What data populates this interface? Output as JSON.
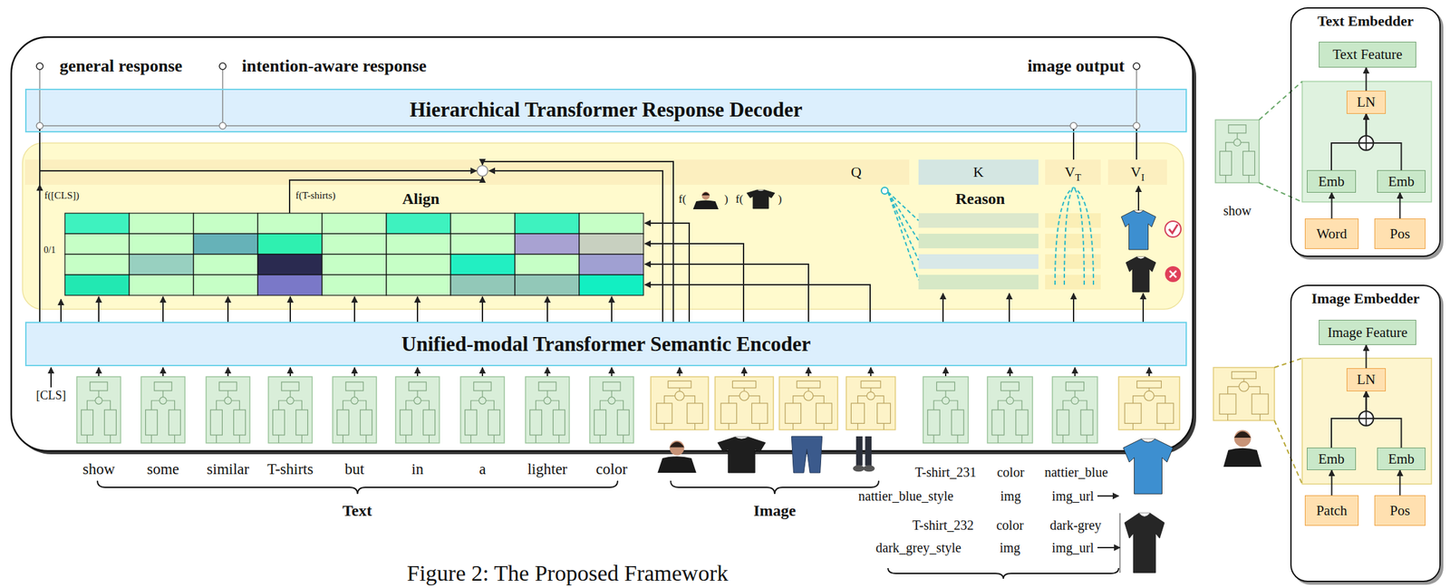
{
  "diagram": {
    "caption": "Figure 2: The Proposed Framework",
    "nodes": [
      {
        "text": [
          "Hierarchical Transformer Response Decoder"
        ]
      },
      {
        "text": [
          "Q"
        ]
      },
      {
        "text": [
          "K"
        ]
      },
      {
        "text": [
          "V",
          "T"
        ]
      },
      {
        "text": [
          "V",
          "I"
        ]
      },
      {
        "text": [
          "Unified-modal Transformer Semantic Encoder"
        ]
      },
      {
        "text": [
          "Text Embedder"
        ]
      },
      {
        "text": [
          "Text Feature"
        ],
        "in": 6
      },
      {
        "text": [
          "LN"
        ],
        "in": 6
      },
      {
        "text": [
          "Emb"
        ],
        "in": 6
      },
      {
        "text": [
          "Emb"
        ],
        "in": 6
      },
      {
        "text": [
          "Word"
        ],
        "in": 6
      },
      {
        "text": [
          "Pos"
        ],
        "in": 6
      },
      {
        "text": [
          "Image Embedder"
        ]
      },
      {
        "text": [
          "Image Feature"
        ],
        "in": 13
      },
      {
        "text": [
          "LN"
        ],
        "in": 13
      },
      {
        "text": [
          "Emb"
        ],
        "in": 13
      },
      {
        "text": [
          "Emb"
        ],
        "in": 13
      },
      {
        "text": [
          "Patch"
        ],
        "in": 13
      },
      {
        "text": [
          "Pos"
        ],
        "in": 13
      }
    ],
    "edges": [
      {
        "from": 5,
        "to": 1,
        "arrow": "to"
      },
      {
        "from": 1,
        "to": 0,
        "arrow": "none"
      },
      {
        "from": 3,
        "to": 0,
        "arrow": "none"
      },
      {
        "from": 4,
        "to": 0,
        "arrow": "none"
      },
      {
        "from": 11,
        "to": 9,
        "arrow": "to"
      },
      {
        "from": 12,
        "to": 10,
        "arrow": "to"
      },
      {
        "from": 9,
        "to": 8,
        "arrow": "to"
      },
      {
        "from": 10,
        "to": 8,
        "arrow": "to"
      },
      {
        "from": 8,
        "to": 7,
        "arrow": "to"
      },
      {
        "from": 18,
        "to": 16,
        "arrow": "to"
      },
      {
        "from": 19,
        "to": 17,
        "arrow": "to"
      },
      {
        "from": 16,
        "to": 15,
        "arrow": "to"
      },
      {
        "from": 17,
        "to": 15,
        "arrow": "to"
      },
      {
        "from": 15,
        "to": 14,
        "arrow": "to"
      }
    ],
    "labels": [
      "general response",
      "intention-aware response",
      "image output",
      "f([CLS])",
      "Align",
      "f(T-shirts)",
      "f(",
      ")",
      "f(",
      ")",
      "Reason",
      "0/1",
      "[CLS]",
      "show",
      "some",
      "similar",
      "T-shirts",
      "but",
      "in",
      "a",
      "lighter",
      "color",
      "Text",
      "Image",
      "T-shirt_231",
      "color",
      "nattier_blue",
      "nattier_blue_style",
      "img",
      "img_url",
      "T-shirt_232",
      "color",
      "dark-grey",
      "dark_grey_style",
      "img",
      "img_url",
      "show"
    ]
  }
}
